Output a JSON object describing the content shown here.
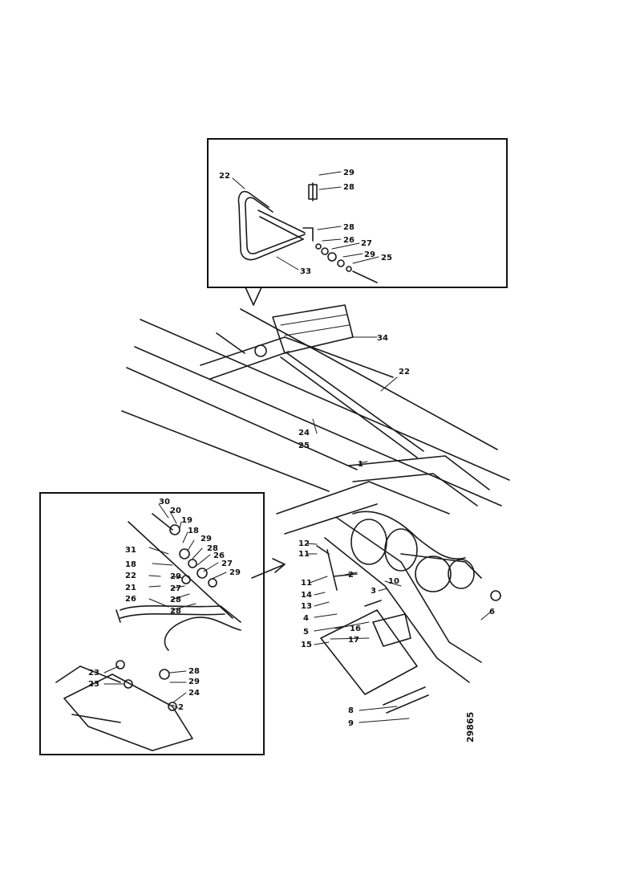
{
  "figure_ref": "29865",
  "top_inset": {
    "labels": [
      "22",
      "29",
      "28",
      "28",
      "26",
      "27",
      "29",
      "25",
      "33"
    ]
  },
  "main_view": {
    "labels": [
      "34",
      "22",
      "24",
      "25",
      "1",
      "12",
      "11",
      "11",
      "14",
      "13",
      "4",
      "5",
      "2",
      "3",
      "10",
      "6",
      "16",
      "17",
      "15",
      "8",
      "9"
    ]
  },
  "bottom_inset": {
    "labels": [
      "30",
      "20",
      "19",
      "18",
      "29",
      "28",
      "26",
      "27",
      "29",
      "31",
      "18",
      "22",
      "21",
      "26",
      "29",
      "27",
      "28",
      "28",
      "23",
      "23",
      "28",
      "29",
      "24",
      "2"
    ]
  }
}
